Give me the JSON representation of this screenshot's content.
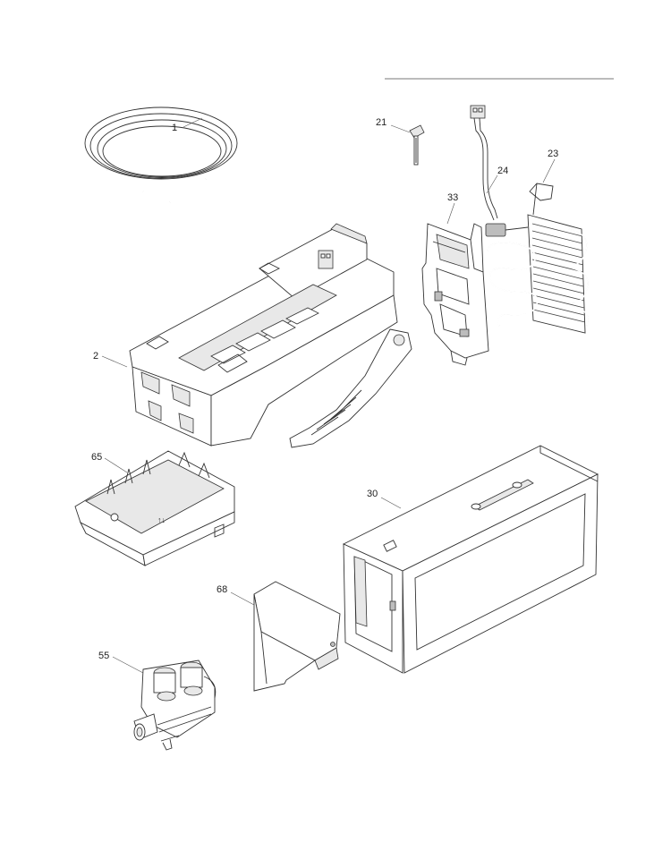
{
  "callouts": {
    "tubing": "1",
    "ice_maker": "2",
    "thermistor": "21",
    "evaporator": "23",
    "wire_harness": "24",
    "ice_bin": "30",
    "mold_cover": "33",
    "water_valve": "55",
    "ice_tray": "65",
    "shield": "68"
  },
  "icons": {
    "tubing": "coiled-tube-icon",
    "ice_maker": "ice-maker-assembly-icon",
    "thermistor": "thermistor-icon",
    "evaporator": "evaporator-coil-icon",
    "wire_harness": "wire-harness-icon",
    "ice_bin": "ice-bin-icon",
    "mold_cover": "mold-cover-icon",
    "water_valve": "water-valve-icon",
    "ice_tray": "ice-tray-icon",
    "shield": "shield-cover-icon"
  }
}
